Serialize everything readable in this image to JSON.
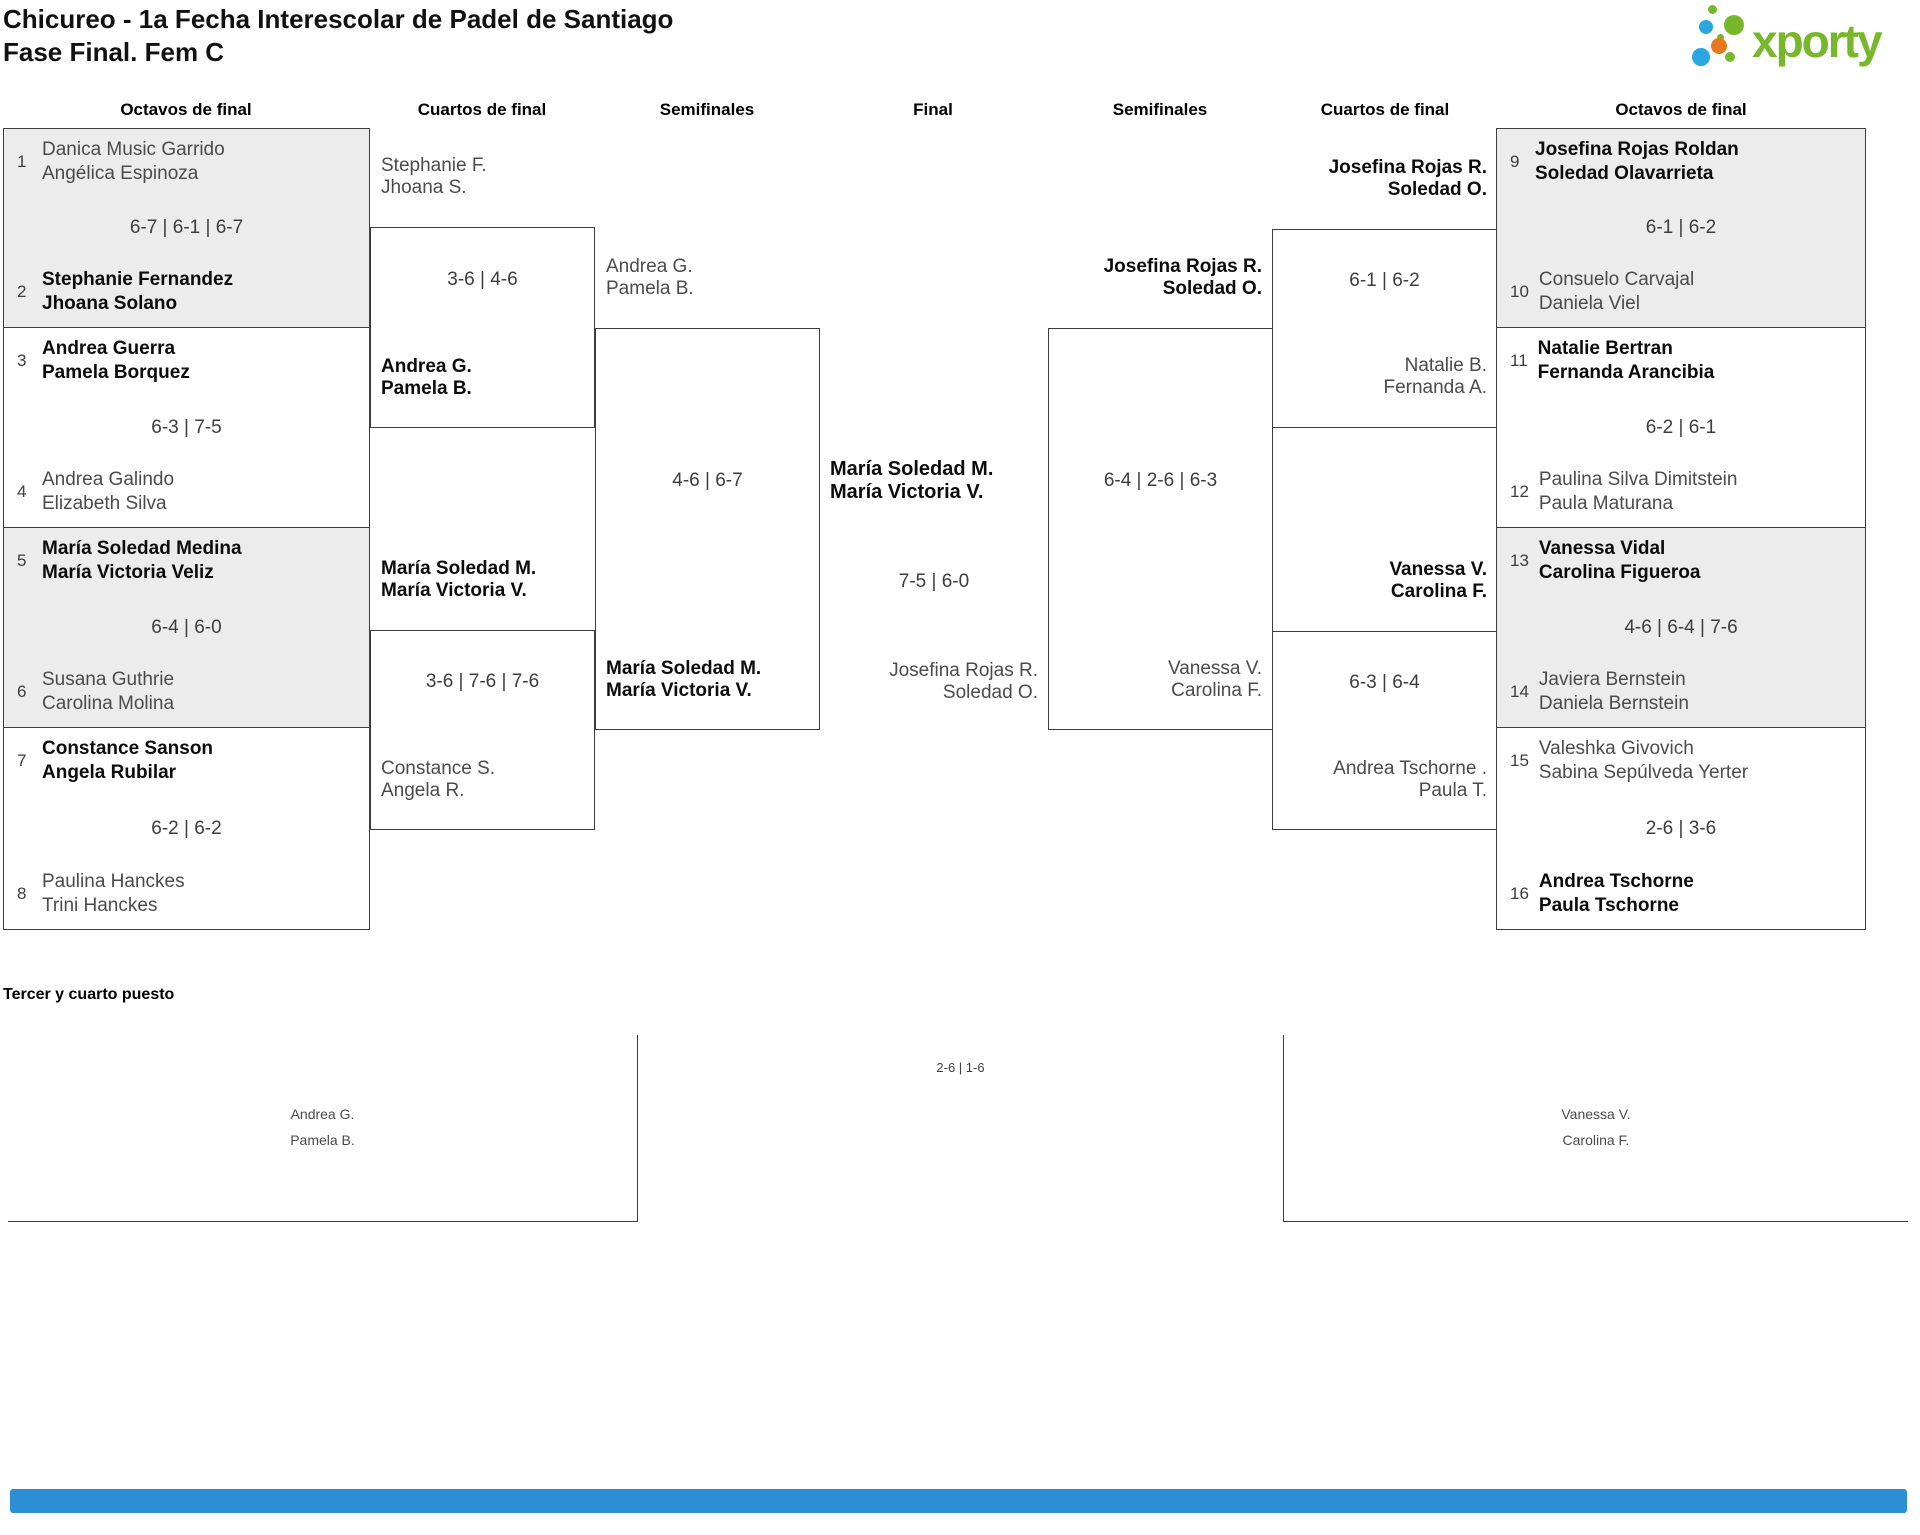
{
  "title": {
    "line1": "Chicureo - 1a Fecha Interescolar de Padel de Santiago",
    "line2": "Fase Final. Fem C"
  },
  "logo": {
    "text": "xporty"
  },
  "colors": {
    "logo_green": "#77b82a",
    "logo_blue": "#2aa7df",
    "logo_orange": "#e8771d",
    "footer_bar_blue": "#2c8fd6",
    "box_fill_gray": "#ececec"
  },
  "round_headers": {
    "left_r16": "Octavos de final",
    "left_qf": "Cuartos de final",
    "left_sf": "Semifinales",
    "final": "Final",
    "right_sf": "Semifinales",
    "right_qf": "Cuartos de final",
    "right_r16": "Octavos de final"
  },
  "r16_left": [
    {
      "seed_top": "1",
      "top1": "Danica Music Garrido",
      "top2": "Angélica Espinoza",
      "score": "6-7 | 6-1 | 6-7",
      "seed_bottom": "2",
      "bottom1": "Stephanie Fernandez",
      "bottom2": "Jhoana Solano"
    },
    {
      "seed_top": "3",
      "top1": "Andrea Guerra",
      "top2": "Pamela Borquez",
      "score": "6-3 | 7-5",
      "seed_bottom": "4",
      "bottom1": "Andrea Galindo",
      "bottom2": "Elizabeth Silva"
    },
    {
      "seed_top": "5",
      "top1": "María Soledad Medina",
      "top2": "María Victoria Veliz",
      "score": "6-4 | 6-0",
      "seed_bottom": "6",
      "bottom1": "Susana Guthrie",
      "bottom2": "Carolina Molina"
    },
    {
      "seed_top": "7",
      "top1": "Constance Sanson",
      "top2": "Angela Rubilar",
      "score": "6-2 | 6-2",
      "seed_bottom": "8",
      "bottom1": "Paulina Hanckes",
      "bottom2": "Trini Hanckes"
    }
  ],
  "qf_left": [
    {
      "top1": "Stephanie F.",
      "top2": "Jhoana S.",
      "score": "3-6 | 4-6",
      "bottom1": "Andrea G.",
      "bottom2": "Pamela B."
    },
    {
      "top1": "María Soledad M.",
      "top2": "María Victoria V.",
      "score": "3-6 | 7-6 | 7-6",
      "bottom1": "Constance S.",
      "bottom2": "Angela R."
    }
  ],
  "sf_left": {
    "top1": "Andrea G.",
    "top2": "Pamela B.",
    "score": "4-6 | 6-7",
    "bottom1": "María Soledad M.",
    "bottom2": "María Victoria V."
  },
  "final": {
    "winner1": "María Soledad M.",
    "winner2": "María Victoria V.",
    "score": "7-5 | 6-0",
    "runnerup1": "Josefina Rojas R.",
    "runnerup2": "Soledad O."
  },
  "sf_right": {
    "top1": "Josefina Rojas R.",
    "top2": "Soledad O.",
    "score": "6-4 | 2-6 | 6-3",
    "bottom1": "Vanessa V.",
    "bottom2": "Carolina F."
  },
  "qf_right": [
    {
      "top1": "Josefina Rojas R.",
      "top2": "Soledad O.",
      "score": "6-1 | 6-2",
      "bottom1": "Natalie B.",
      "bottom2": "Fernanda A."
    },
    {
      "top1": "Vanessa V.",
      "top2": "Carolina F.",
      "score": "6-3 | 6-4",
      "bottom1": "Andrea Tschorne .",
      "bottom2": "Paula T."
    }
  ],
  "r16_right": [
    {
      "seed_top": "9",
      "top1": "Josefina Rojas Roldan",
      "top2": "Soledad Olavarrieta",
      "score": "6-1 | 6-2",
      "seed_bottom": "10",
      "bottom1": "Consuelo Carvajal",
      "bottom2": "Daniela Viel"
    },
    {
      "seed_top": "11",
      "top1": "Natalie Bertran",
      "top2": "Fernanda Arancibia",
      "score": "6-2 | 6-1",
      "seed_bottom": "12",
      "bottom1": "Paulina Silva Dimitstein",
      "bottom2": "Paula Maturana"
    },
    {
      "seed_top": "13",
      "top1": "Vanessa Vidal",
      "top2": "Carolina Figueroa",
      "score": "4-6 | 6-4 | 7-6",
      "seed_bottom": "14",
      "bottom1": "Javiera Bernstein",
      "bottom2": "Daniela Bernstein"
    },
    {
      "seed_top": "15",
      "top1": "Valeshka Givovich",
      "top2": "Sabina Sepúlveda Yerter",
      "score": "2-6 | 3-6",
      "seed_bottom": "16",
      "bottom1": "Andrea Tschorne",
      "bottom2": "Paula Tschorne"
    }
  ],
  "third_place": {
    "header": "Tercer y cuarto puesto",
    "left1": "Andrea G.",
    "left2": "Pamela B.",
    "score": "2-6 | 1-6",
    "right1": "Vanessa V.",
    "right2": "Carolina F."
  }
}
